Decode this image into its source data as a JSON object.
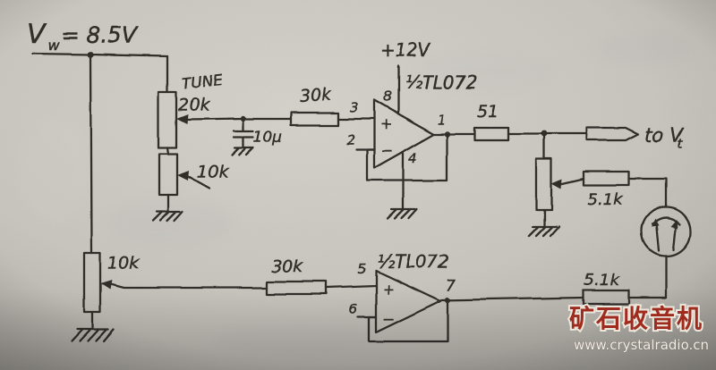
{
  "schematic": {
    "power": {
      "v_symbol": "V",
      "v_sub": "w",
      "v_value": "= 8.5V",
      "opamp_supply": "+12V"
    },
    "controls": {
      "tune_label": "TUNE",
      "tune_pot_value": "20k",
      "trim_pot_value": "10k",
      "bottom_pot_value": "10k"
    },
    "components": {
      "cap_value": "10µ",
      "r_in_top": "30k",
      "r_out": "51",
      "r_fb_right": "5.1k",
      "r_fb_bottom": "5.1k",
      "r_in_bottom": "30k"
    },
    "opamp_top": {
      "name": "½TL072",
      "pin_plus": "3",
      "pin_minus": "2",
      "pin_vcc": "8",
      "pin_out": "1",
      "pin_vee": "4",
      "plus_sign": "+",
      "minus_sign": "−"
    },
    "opamp_bottom": {
      "name": "½TL072",
      "pin_plus": "5",
      "pin_minus": "6",
      "pin_out": "7",
      "plus_sign": "+",
      "minus_sign": "−"
    },
    "output": {
      "label": "to V",
      "sub": "t"
    }
  },
  "watermark": {
    "title": "矿石收音机",
    "url": "www.crystalradio.cn"
  },
  "colors": {
    "ink": "#2b2620",
    "paper": "#c7c4bd",
    "watermark_red": "#9e2b1e",
    "watermark_url": "#f3efe7"
  }
}
